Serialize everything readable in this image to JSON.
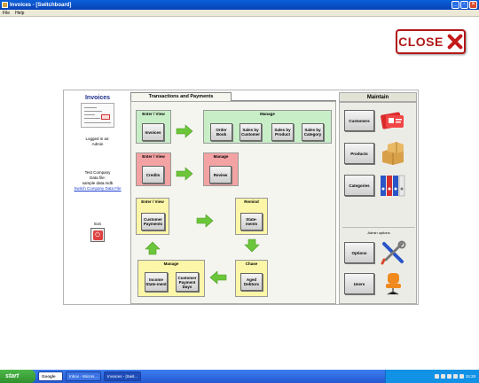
{
  "window": {
    "title": "Invoices - [Switchboard]"
  },
  "menu": [
    "File",
    "Help"
  ],
  "close_button": {
    "label": "CLOSE"
  },
  "left": {
    "title": "Invoices",
    "logged_in_label": "Logged in as:",
    "user": "Admin",
    "company": "Test Company",
    "data_file_label": "Data file:",
    "data_file": "sample data.mdb",
    "switch_link": "Switch Company Data File",
    "exit_label": "Exit"
  },
  "transactions": {
    "header": "Transactions and Payments",
    "invoices_box": {
      "title": "Enter / View",
      "button": "Invoices"
    },
    "manage_box": {
      "title": "Manage",
      "buttons": [
        "Order Book",
        "Sales by Customer",
        "Sales by Product",
        "Sales by Category"
      ]
    },
    "credits_box": {
      "title": "Enter / View",
      "button": "Credits"
    },
    "review_box": {
      "title": "Manage",
      "button": "Review"
    },
    "payments_box": {
      "title": "Enter / View",
      "button": "Customer Payments"
    },
    "remind_box": {
      "title": "Remind",
      "button": "State-ments"
    },
    "chase_box": {
      "title": "Chase",
      "button": "Aged Debtors"
    },
    "manage2_box": {
      "title": "Manage",
      "buttons": [
        "Income State-ment",
        "Customer Payment Days"
      ]
    }
  },
  "maintain": {
    "header": "Maintain",
    "items": [
      {
        "label": "Customers",
        "icon": "contact-cards-icon"
      },
      {
        "label": "Products",
        "icon": "boxes-icon"
      },
      {
        "label": "Categories",
        "icon": "binders-icon"
      }
    ],
    "admin_label": "Admin options",
    "admin_items": [
      {
        "label": "Options",
        "icon": "tools-icon"
      },
      {
        "label": "Users",
        "icon": "office-chair-icon"
      }
    ]
  },
  "taskbar": {
    "start": "start",
    "search": "Google",
    "items": [
      "Inbox - Micros...",
      "Invoices - [Swit..."
    ],
    "clock": "15:28"
  },
  "colors": {
    "green_box": "#c8eec8",
    "red_box": "#f3a3a3",
    "yellow_box": "#fcf6a8",
    "arrow_green": "#6cc63a",
    "close_red": "#b01818"
  }
}
